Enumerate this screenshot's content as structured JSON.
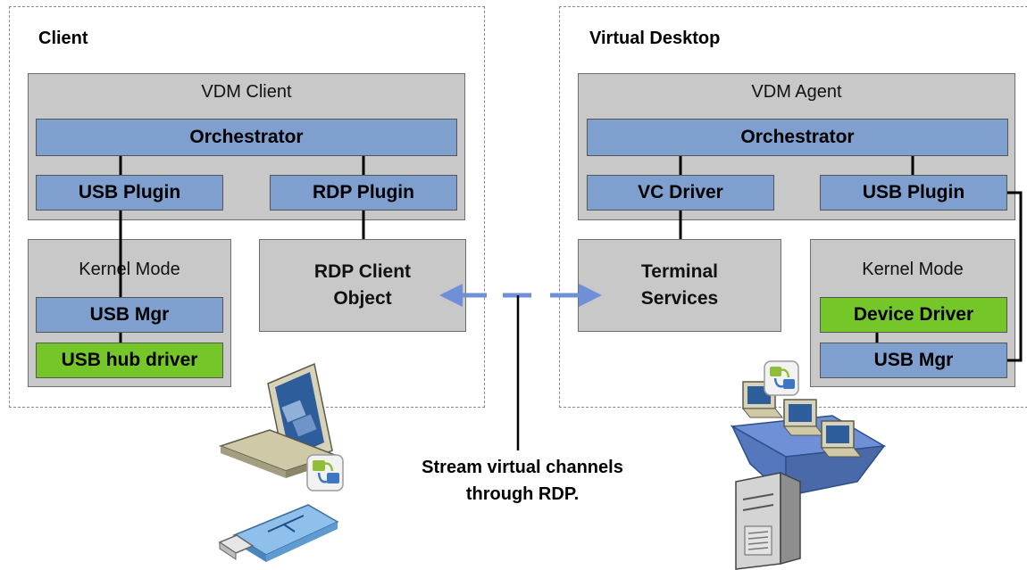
{
  "client": {
    "title": "Client",
    "vdm": {
      "title": "VDM Client",
      "orchestrator": "Orchestrator",
      "usb_plugin": "USB Plugin",
      "rdp_plugin": "RDP Plugin"
    },
    "kernel": {
      "title": "Kernel Mode",
      "usb_mgr": "USB Mgr",
      "usb_hub_driver": "USB hub driver"
    },
    "rdp_client_object": [
      "RDP Client",
      "Object"
    ]
  },
  "virtual_desktop": {
    "title": "Virtual Desktop",
    "vdm": {
      "title": "VDM Agent",
      "orchestrator": "Orchestrator",
      "vc_driver": "VC Driver",
      "usb_plugin": "USB Plugin"
    },
    "terminal_services": [
      "Terminal",
      "Services"
    ],
    "kernel": {
      "title": "Kernel Mode",
      "device_driver": "Device Driver",
      "usb_mgr": "USB Mgr"
    }
  },
  "caption": [
    "Stream virtual channels",
    "through RDP."
  ],
  "icons": [
    "laptop-icon",
    "usb-drive-icon",
    "server-icon",
    "vmware-icon"
  ],
  "colors": {
    "module_blue": "#7f9fcf",
    "driver_green": "#75c628",
    "container_gray": "#c8c8c8",
    "arrow_blue": "#6f8fd6"
  }
}
